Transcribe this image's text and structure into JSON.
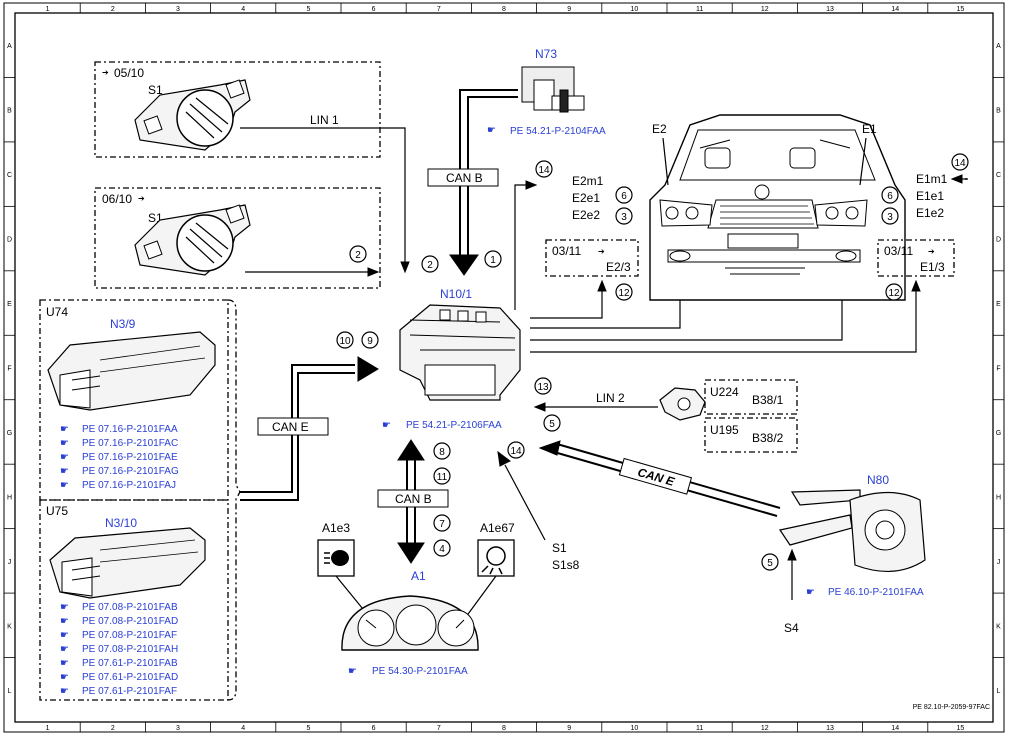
{
  "frame": {
    "columns": [
      "1",
      "2",
      "3",
      "4",
      "5",
      "6",
      "7",
      "8",
      "9",
      "10",
      "11",
      "12",
      "13",
      "14",
      "15"
    ],
    "rows": [
      "A",
      "B",
      "C",
      "D",
      "E",
      "F",
      "G",
      "H",
      "J",
      "K",
      "L"
    ],
    "doc_ref": "PE 82.10-P-2059-97FAC"
  },
  "components": {
    "n73": "N73",
    "n73_ref": "PE 54.21-P-2104FAA",
    "n10_1": "N10/1",
    "n10_1_ref": "PE 54.21-P-2106FAA",
    "n3_9": "N3/9",
    "u74": "U74",
    "u74_refs": [
      "PE 07.16-P-2101FAA",
      "PE 07.16-P-2101FAC",
      "PE 07.16-P-2101FAE",
      "PE 07.16-P-2101FAG",
      "PE 07.16-P-2101FAJ"
    ],
    "n3_10": "N3/10",
    "u75": "U75",
    "u75_refs": [
      "PE 07.08-P-2101FAB",
      "PE 07.08-P-2101FAD",
      "PE 07.08-P-2101FAF",
      "PE 07.08-P-2101FAH",
      "PE 07.61-P-2101FAB",
      "PE 07.61-P-2101FAD",
      "PE 07.61-P-2101FAF"
    ],
    "a1": "A1",
    "a1_ref": "PE 54.30-P-2101FAA",
    "a1e3": "A1e3",
    "a1e67": "A1e67",
    "n80": "N80",
    "n80_ref": "PE 46.10-P-2101FAA",
    "s4": "S4",
    "s1": "S1",
    "s1s8": "S1s8",
    "e1": "E1",
    "e2": "E2",
    "u224": "U224",
    "b38_1": "B38/1",
    "u195": "U195",
    "b38_2": "B38/2"
  },
  "switch_box_top": {
    "date": "05/10",
    "label": "S1"
  },
  "switch_box_bottom": {
    "date": "06/10",
    "label": "S1"
  },
  "bus_labels": {
    "lin1": "LIN 1",
    "lin2": "LIN 2",
    "can_b_top": "CAN B",
    "can_b_bottom": "CAN B",
    "can_e_left": "CAN E",
    "can_e_right": "CAN E"
  },
  "headlamp_left": {
    "items": [
      "E2m1",
      "E2e1",
      "E2e2"
    ],
    "date": "03/11",
    "ref": "E2/3"
  },
  "headlamp_right": {
    "items": [
      "E1m1",
      "E1e1",
      "E1e2"
    ],
    "date": "03/11",
    "ref": "E1/3"
  },
  "callouts": {
    "c1": "1",
    "c2": "2",
    "c2b": "2",
    "c3l": "3",
    "c3r": "3",
    "c4": "4",
    "c5a": "5",
    "c5b": "5",
    "c6l": "6",
    "c6r": "6",
    "c7": "7",
    "c8": "8",
    "c9": "9",
    "c10": "10",
    "c11": "11",
    "c12l": "12",
    "c12r": "12",
    "c13": "13",
    "c14a": "14",
    "c14b": "14",
    "c14c": "14"
  },
  "colors": {
    "link": "#2a3fd6",
    "line": "#000000"
  }
}
